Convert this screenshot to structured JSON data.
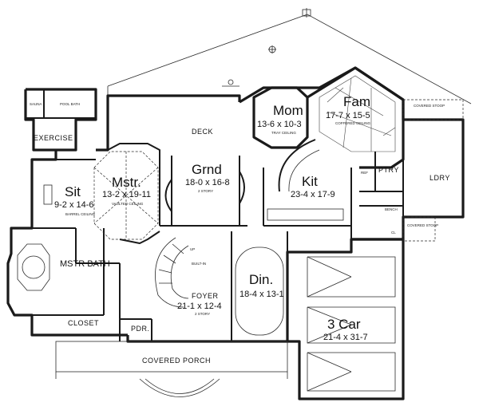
{
  "diagram": "floor-plan",
  "labels": {
    "sauna": "SAUNA",
    "pool_bath": "POOL BATH",
    "exercise": "EXERCISE",
    "deck": "DECK",
    "mom_name": "Mom",
    "mom_dim": "13-6 x 10-3",
    "mom_note": "TRAY CEILING",
    "fam_name": "Fam",
    "fam_dim": "17-7 x 15-5",
    "fam_note": "COFFERED CEILING",
    "covered_stoop_top": "COVERED STOOP",
    "ldry": "LDRY",
    "ptry": "PTRY",
    "ref": "REF",
    "kit_name": "Kit",
    "kit_dim": "23-4 x 17-9",
    "bench": "BENCH",
    "cl": "CL",
    "covered_stoop_bottom": "COVERED STOOP",
    "mstr_name": "Mstr.",
    "mstr_dim": "13-2 x 19-11",
    "mstr_note": "VAULTED CEILING",
    "sit_name": "Sit",
    "sit_dim": "9-2 x 14-6",
    "sit_note": "BARREL CEILING",
    "grnd_name": "Grnd",
    "grnd_dim": "18-0 x 16-8",
    "grnd_note": "2 STORY",
    "mstr_bath": "MSTR BATH",
    "closet": "CLOSET",
    "pdr": "PDR.",
    "foyer_name": "FOYER",
    "foyer_dim": "21-1 x 12-4",
    "foyer_note": "2 STORY",
    "din_name": "Din.",
    "din_dim": "18-4 x 13-1",
    "car_name": "3 Car",
    "car_dim": "21-4 x 31-7",
    "covered_porch": "COVERED PORCH",
    "up": "UP",
    "built_in": "BUILT-IN"
  }
}
